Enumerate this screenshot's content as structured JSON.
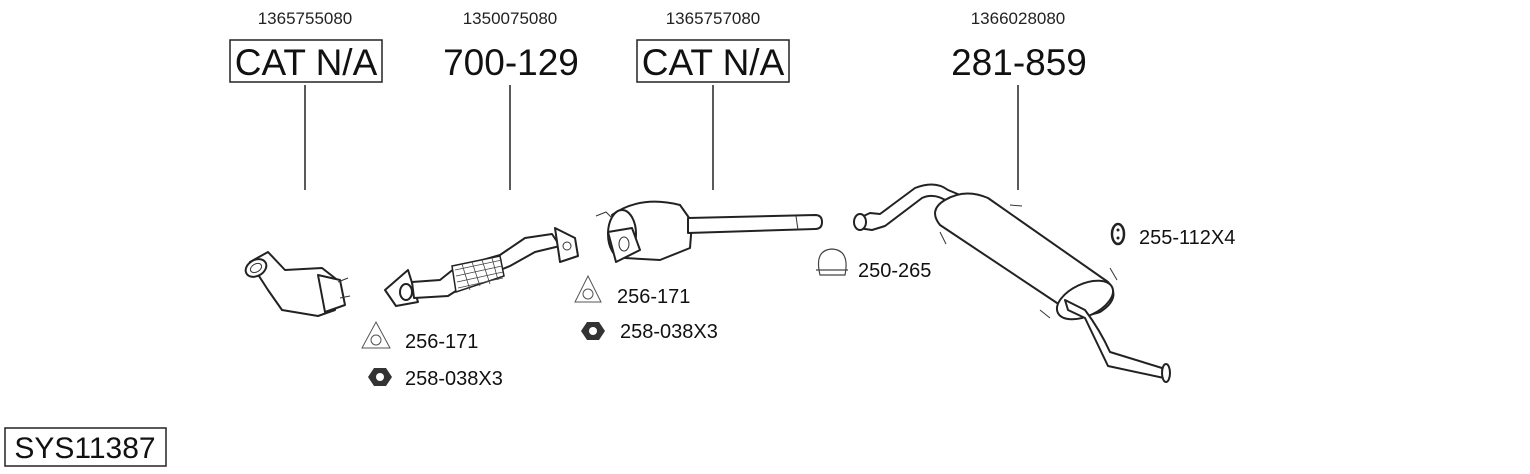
{
  "system_id": "SYS11387",
  "parts": [
    {
      "oe_number": "1365755080",
      "ref": "CAT N/A",
      "boxed": true
    },
    {
      "oe_number": "1350075080",
      "ref": "700-129",
      "boxed": false
    },
    {
      "oe_number": "1365757080",
      "ref": "CAT N/A",
      "boxed": true
    },
    {
      "oe_number": "1366028080",
      "ref": "281-859",
      "boxed": false
    }
  ],
  "accessories": [
    {
      "icon": "gasket-icon",
      "label": "256-171"
    },
    {
      "icon": "nut-icon",
      "label": "258-038X3"
    },
    {
      "icon": "gasket-icon",
      "label": "256-171"
    },
    {
      "icon": "nut-icon",
      "label": "258-038X3"
    },
    {
      "icon": "clamp-icon",
      "label": "250-265"
    },
    {
      "icon": "rubber-mount-icon",
      "label": "255-112X4"
    }
  ]
}
